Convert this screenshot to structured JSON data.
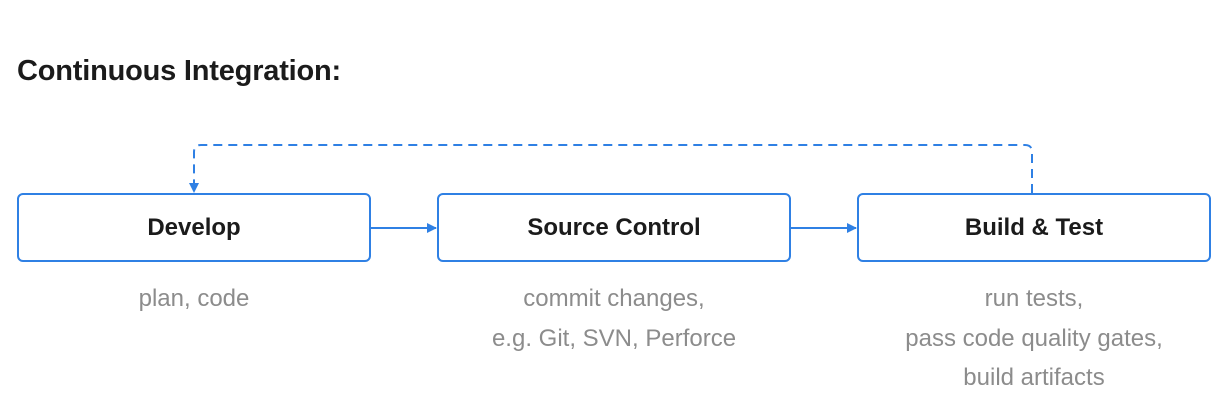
{
  "title": "Continuous Integration:",
  "colors": {
    "accent": "#2f80e4",
    "text": "#1b1b1b",
    "muted": "#8c8c8c"
  },
  "stages": [
    {
      "label": "Develop",
      "description": [
        "plan, code"
      ]
    },
    {
      "label": "Source Control",
      "description": [
        "commit changes,",
        "e.g. Git, SVN, Perforce"
      ]
    },
    {
      "label": "Build & Test",
      "description": [
        "run tests,",
        "pass code quality gates,",
        "build artifacts"
      ]
    }
  ]
}
